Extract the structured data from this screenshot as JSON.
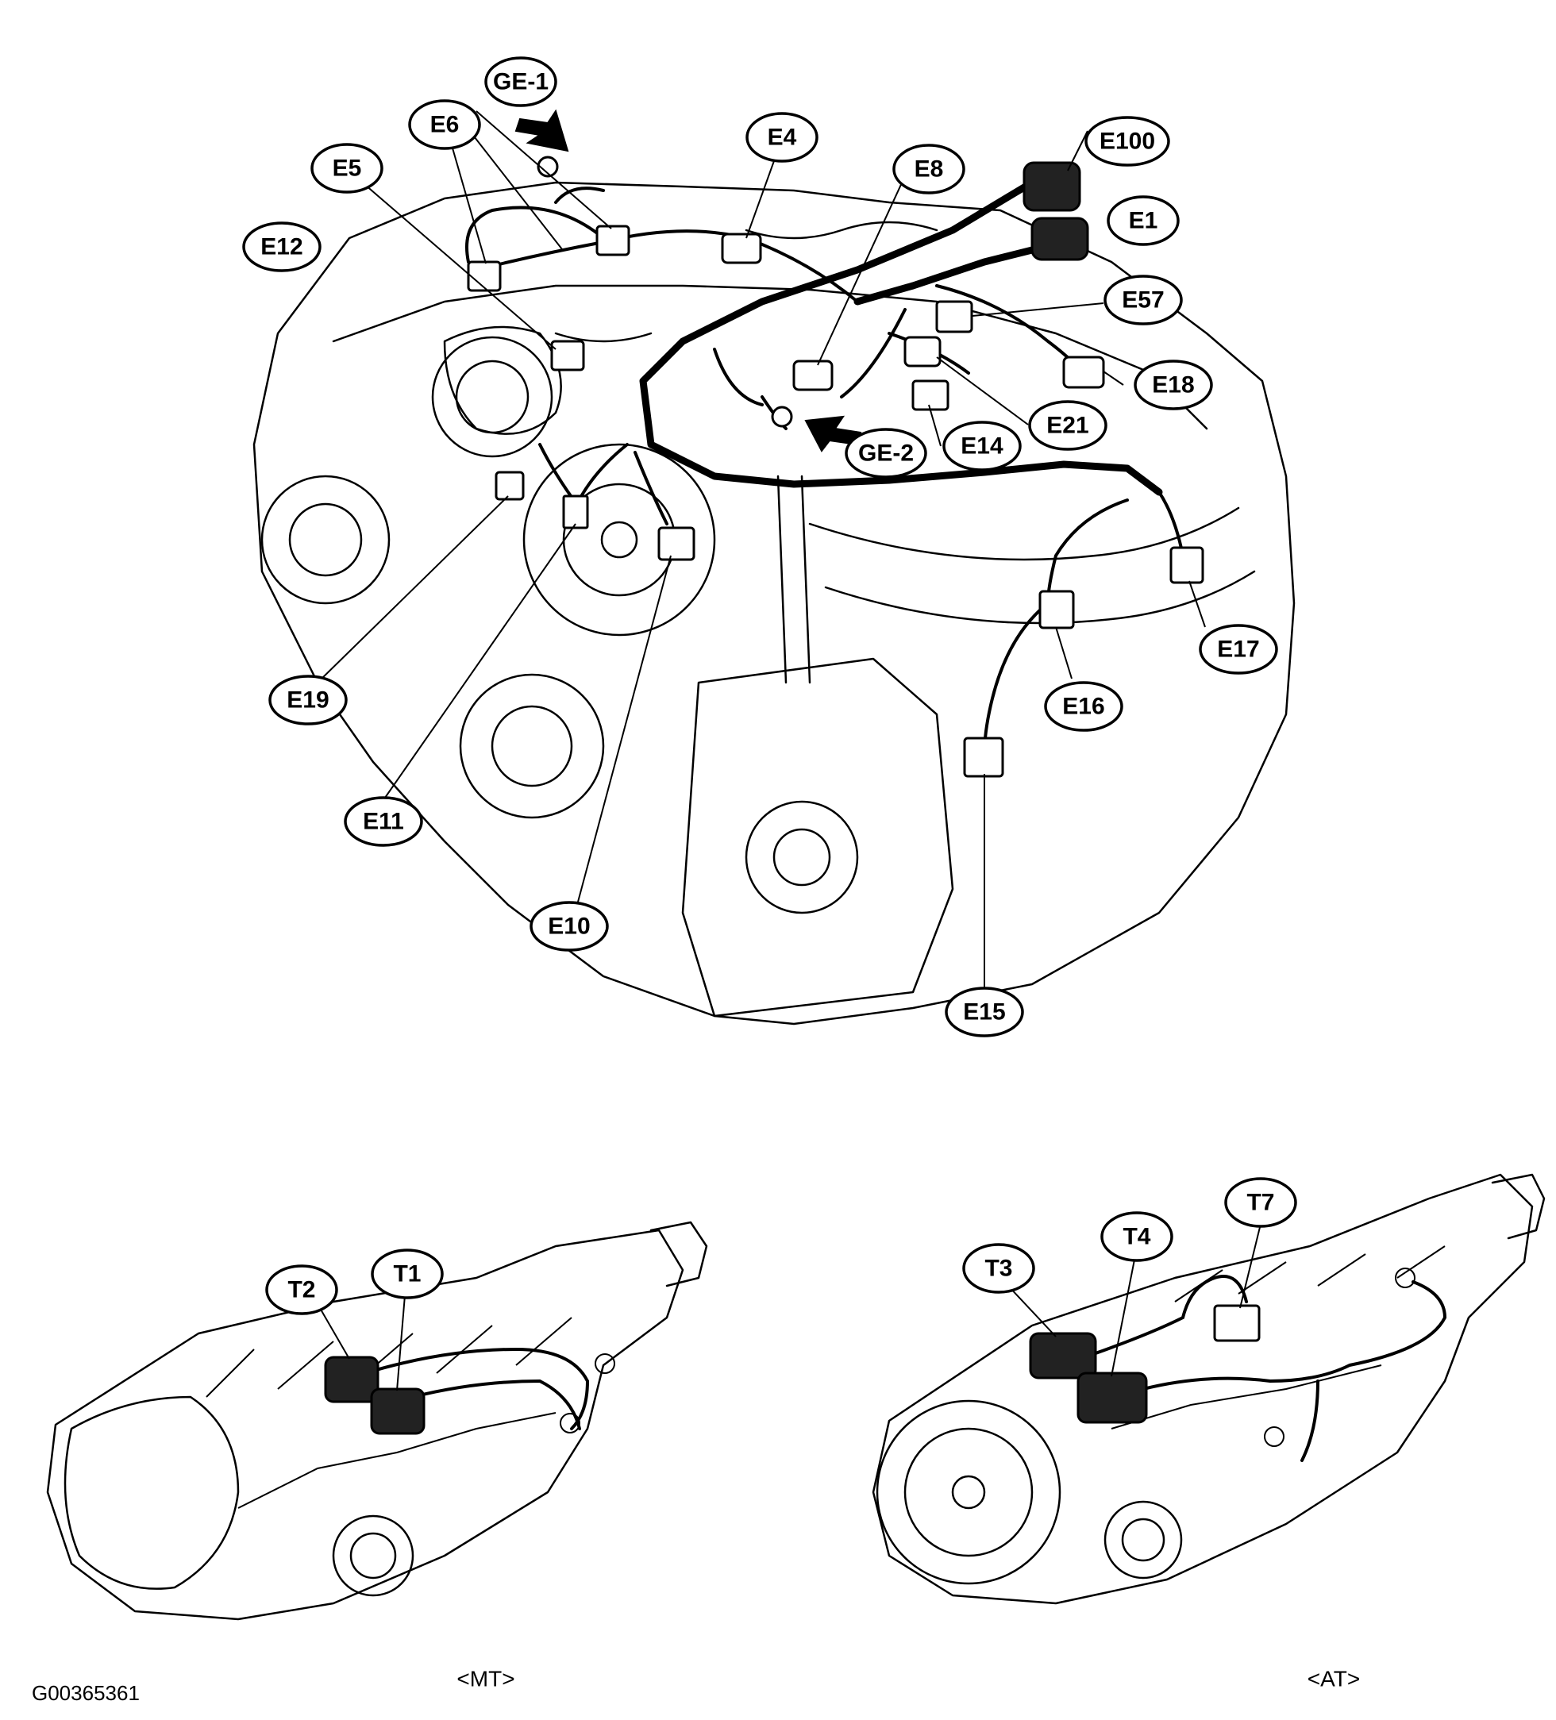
{
  "engine_callouts": [
    "GE-1",
    "E6",
    "E5",
    "E12",
    "E4",
    "E8",
    "E100",
    "E1",
    "E57",
    "E18",
    "E21",
    "E14",
    "GE-2",
    "E17",
    "E16",
    "E19",
    "E11",
    "E10",
    "E15"
  ],
  "transmission_mt": {
    "callouts": [
      "T2",
      "T1"
    ],
    "caption": "<MT>"
  },
  "transmission_at": {
    "callouts": [
      "T3",
      "T4",
      "T7"
    ],
    "caption": "<AT>"
  },
  "figure_id": "G00365361"
}
